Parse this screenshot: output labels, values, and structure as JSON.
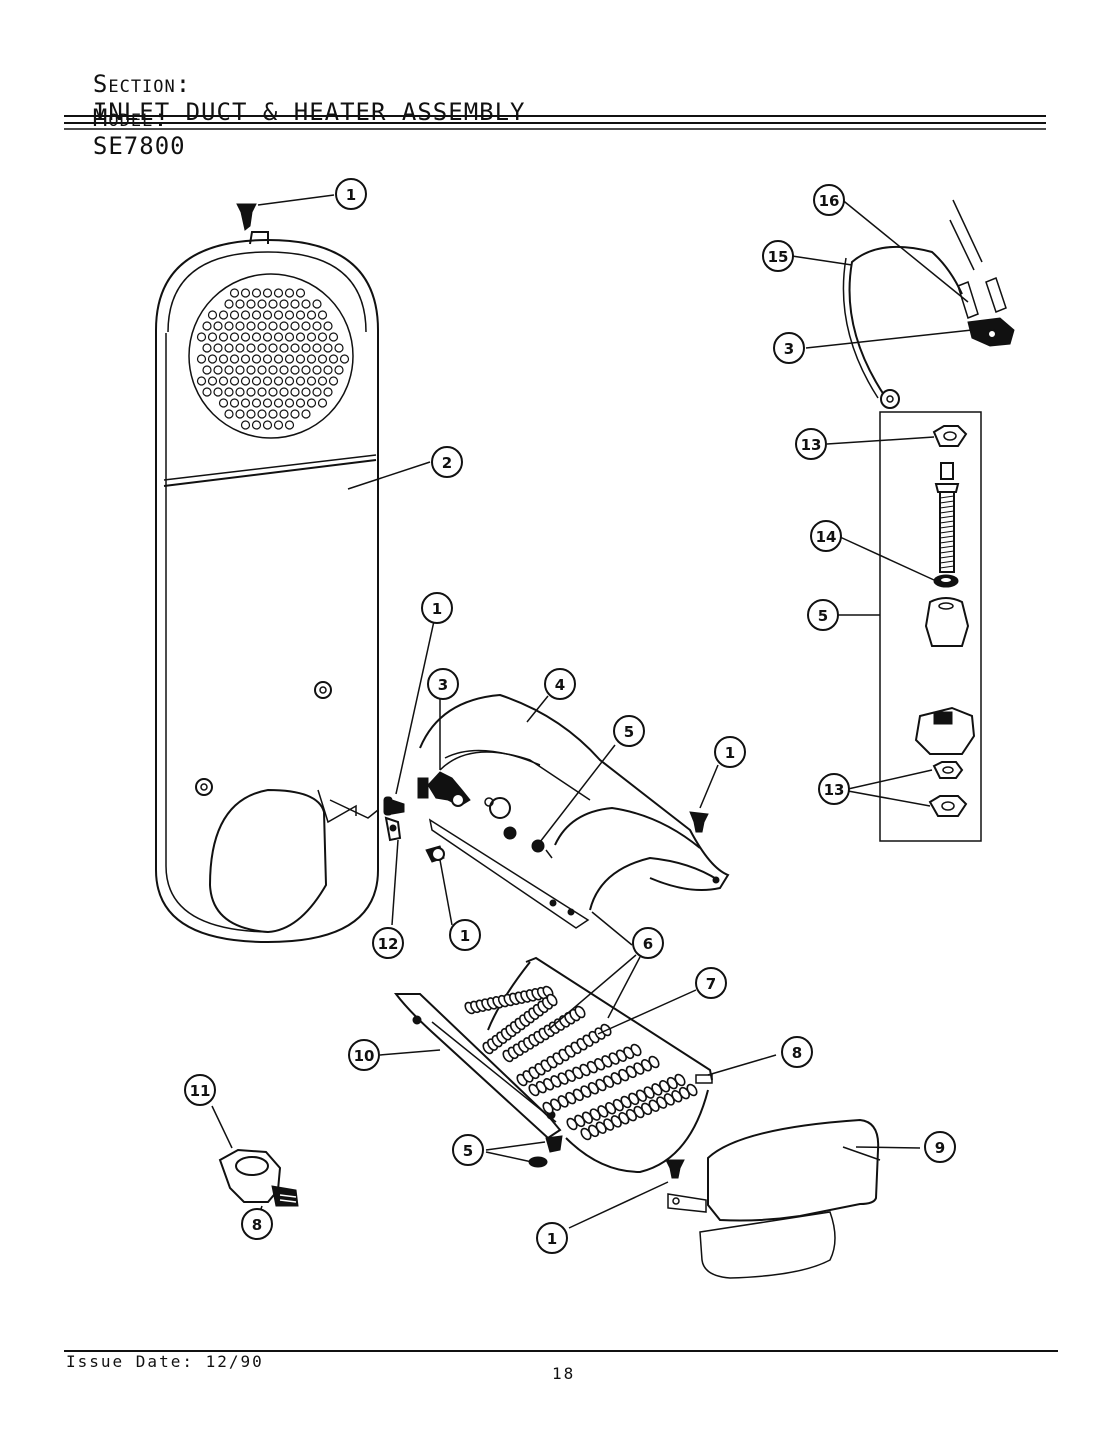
{
  "header": {
    "section_key": "Section:",
    "section_value": "INLET DUCT & HEATER ASSEMBLY",
    "model_key": "Model:",
    "model_value": "SE7800"
  },
  "footer": {
    "issue_date": "Issue Date: 12/90",
    "page_number": "18"
  },
  "callouts": [
    "1",
    "1",
    "1",
    "1",
    "1",
    "2",
    "3",
    "3",
    "4",
    "5",
    "5",
    "5",
    "6",
    "7",
    "8",
    "8",
    "9",
    "10",
    "11",
    "12",
    "13",
    "13",
    "14",
    "15",
    "16"
  ]
}
